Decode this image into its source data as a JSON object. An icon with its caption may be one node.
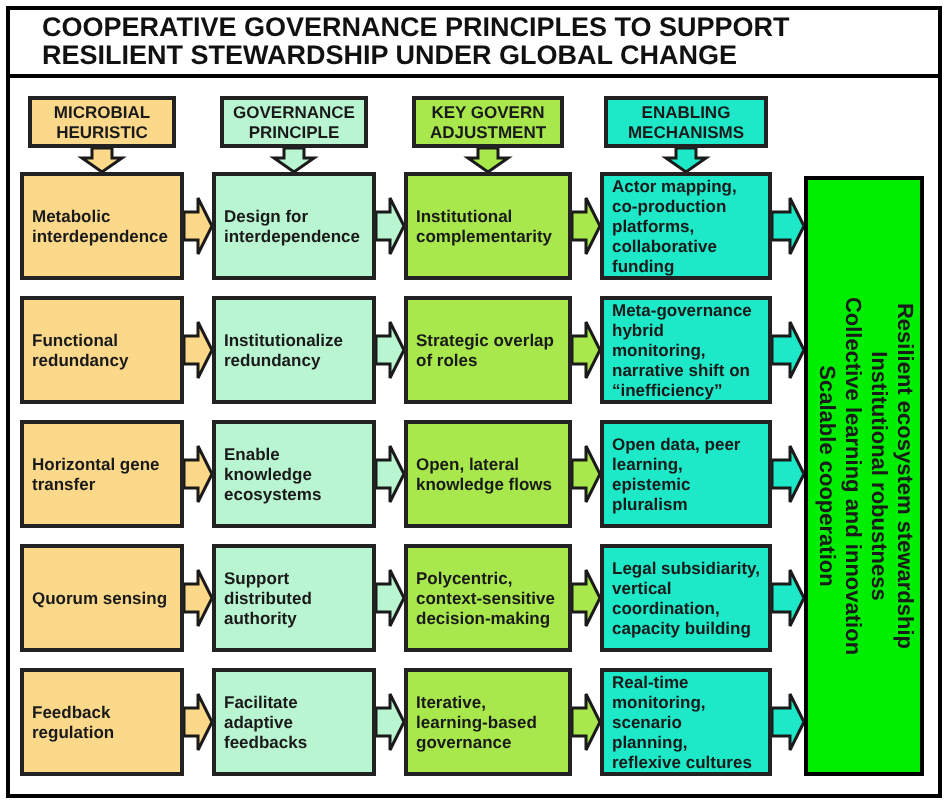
{
  "diagram": {
    "title": "COOPERATIVE GOVERNANCE PRINCIPLES TO SUPPORT RESILIENT STEWARDSHIP UNDER GLOBAL CHANGE",
    "nodes": [
      {
        "text": [
          "MICROBIAL HEURISTIC"
        ]
      },
      {
        "text": [
          "GOVERNANCE PRINCIPLE"
        ]
      },
      {
        "text": [
          "KEY GOVERN ADJUSTMENT"
        ]
      },
      {
        "text": [
          "ENABLING MECHANISMS"
        ]
      },
      {
        "text": [
          "Metabolic interdependence"
        ]
      },
      {
        "text": [
          "Design for interdependence"
        ]
      },
      {
        "text": [
          "Institutional complementarity"
        ]
      },
      {
        "text": [
          "Actor mapping, co-production platforms, collaborative funding"
        ]
      },
      {
        "text": [
          "Functional redundancy"
        ]
      },
      {
        "text": [
          "Institutionalize redundancy"
        ]
      },
      {
        "text": [
          "Strategic overlap of roles"
        ]
      },
      {
        "text": [
          "Meta-governance hybrid monitoring, narrative shift on “inefficiency”"
        ]
      },
      {
        "text": [
          "Horizontal gene transfer"
        ]
      },
      {
        "text": [
          "Enable knowledge ecosystems"
        ]
      },
      {
        "text": [
          "Open, lateral knowledge flows"
        ]
      },
      {
        "text": [
          "Open data, peer learning, epistemic pluralism"
        ]
      },
      {
        "text": [
          "Quorum sensing"
        ]
      },
      {
        "text": [
          "Support distributed authority"
        ]
      },
      {
        "text": [
          "Polycentric, context-sensitive decision-making"
        ]
      },
      {
        "text": [
          "Legal subsidiarity, vertical coordination, capacity building"
        ]
      },
      {
        "text": [
          "Feedback regulation"
        ]
      },
      {
        "text": [
          "Facilitate adaptive feedbacks"
        ]
      },
      {
        "text": [
          "Iterative, learning-based governance"
        ]
      },
      {
        "text": [
          "Real-time monitoring, scenario planning, reflexive cultures"
        ]
      },
      {
        "text": [
          "Resilient ecosystem stewardship",
          "Institutional robustness",
          "Collective learning and innovation",
          "Scalable cooperation"
        ]
      }
    ],
    "edges": [
      {
        "from": 0,
        "to": 4,
        "arrow": "to"
      },
      {
        "from": 1,
        "to": 5,
        "arrow": "to"
      },
      {
        "from": 2,
        "to": 6,
        "arrow": "to"
      },
      {
        "from": 3,
        "to": 7,
        "arrow": "to"
      },
      {
        "from": 4,
        "to": 5,
        "arrow": "to"
      },
      {
        "from": 5,
        "to": 6,
        "arrow": "to"
      },
      {
        "from": 6,
        "to": 7,
        "arrow": "to"
      },
      {
        "from": 7,
        "to": 24,
        "arrow": "to"
      },
      {
        "from": 8,
        "to": 9,
        "arrow": "to"
      },
      {
        "from": 9,
        "to": 10,
        "arrow": "to"
      },
      {
        "from": 10,
        "to": 11,
        "arrow": "to"
      },
      {
        "from": 11,
        "to": 24,
        "arrow": "to"
      },
      {
        "from": 12,
        "to": 13,
        "arrow": "to"
      },
      {
        "from": 13,
        "to": 14,
        "arrow": "to"
      },
      {
        "from": 14,
        "to": 15,
        "arrow": "to"
      },
      {
        "from": 15,
        "to": 24,
        "arrow": "to"
      },
      {
        "from": 16,
        "to": 17,
        "arrow": "to"
      },
      {
        "from": 17,
        "to": 18,
        "arrow": "to"
      },
      {
        "from": 18,
        "to": 19,
        "arrow": "to"
      },
      {
        "from": 19,
        "to": 24,
        "arrow": "to"
      },
      {
        "from": 20,
        "to": 21,
        "arrow": "to"
      },
      {
        "from": 21,
        "to": 22,
        "arrow": "to"
      },
      {
        "from": 22,
        "to": 23,
        "arrow": "to"
      },
      {
        "from": 23,
        "to": 24,
        "arrow": "to"
      }
    ]
  }
}
